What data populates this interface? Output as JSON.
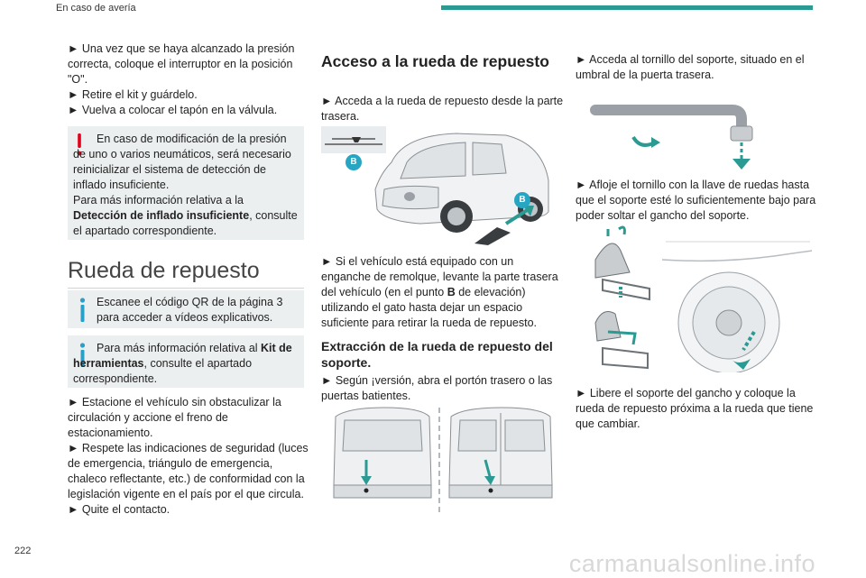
{
  "header": {
    "title": "En caso de avería",
    "accent_color": "#2a9a92"
  },
  "page_number": "222",
  "watermark": "carmanualsonline.info",
  "col1": {
    "p1": "► Una vez que se haya alcanzado la presión correcta, coloque el interruptor en la posición \"O\".",
    "p2": "► Retire el kit y guárdelo.",
    "p3": "► Vuelva a colocar el tapón en la válvula.",
    "warning": {
      "line1": "En caso de modificación de la presión de uno o varios neumáticos, será necesario reinicializar el sistema de detección de inflado insuficiente.",
      "line2_pre": "Para más información relativa a la ",
      "line2_bold": "Detección de inflado insuficiente",
      "line2_post": ", consulte el apartado correspondiente."
    },
    "section_title": "Rueda de repuesto",
    "info1": "Escanee el código QR de la página 3 para acceder a vídeos explicativos.",
    "info2": {
      "pre": "Para más información relativa al ",
      "bold": "Kit de herramientas",
      "post": ", consulte el apartado correspondiente."
    },
    "p4": "► Estacione el vehículo sin obstaculizar la circulación y accione el freno de estacionamiento.",
    "p5": "► Respete las indicaciones de seguridad (luces de emergencia, triángulo de emergencia, chaleco reflectante, etc.) de conformidad con la legislación vigente en el país por el que circula.",
    "p6": "► Quite el contacto."
  },
  "col2": {
    "title": "Acceso a la rueda de repuesto",
    "p1": "► Acceda a la rueda de repuesto desde la parte trasera.",
    "badge": "B",
    "p2_pre": "► Si el vehículo está equipado con un enganche de remolque, levante la parte trasera del vehículo (en el punto ",
    "p2_bold": "B",
    "p2_post": " de elevación) utilizando el gato hasta dejar un espacio suficiente para retirar la rueda de repuesto.",
    "subtitle": "Extracción de la rueda de repuesto del soporte.",
    "p3": "► Según ¡versión, abra el portón trasero o las puertas batientes."
  },
  "col3": {
    "p1": "► Acceda al tornillo del soporte, situado en el umbral de la puerta trasera.",
    "p2": "► Afloje el tornillo con la llave de ruedas hasta que el soporte esté lo suficientemente bajo para poder soltar el gancho del soporte.",
    "p3": "► Libere el soporte del gancho y coloque la rueda de repuesto próxima a la rueda que tiene que cambiar."
  },
  "colors": {
    "warning": "#e2001a",
    "info": "#2aa0c8",
    "box_bg": "#eceff0",
    "arrow": "#2a9a92"
  }
}
